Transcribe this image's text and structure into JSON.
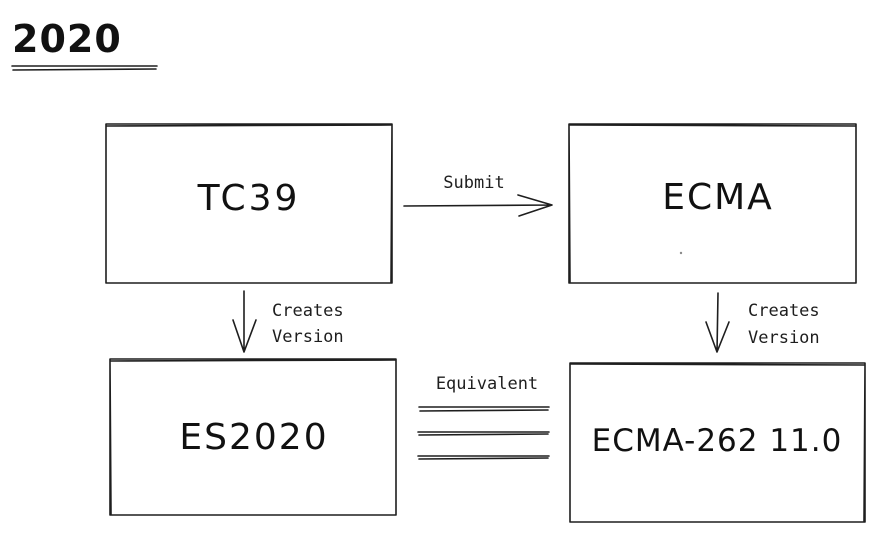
{
  "title": "2020",
  "nodes": {
    "tc39": "TC39",
    "ecma": "ECMA",
    "es2020": "ES2020",
    "ecma262": "ECMA-262 11.0"
  },
  "edges": {
    "submit": "Submit",
    "equivalent": "Equivalent",
    "creates_left": [
      "Creates",
      "Version"
    ],
    "creates_right": [
      "Creates",
      "Version"
    ]
  },
  "colors": {
    "stroke": "#1e1e1e",
    "background": "#ffffff"
  }
}
